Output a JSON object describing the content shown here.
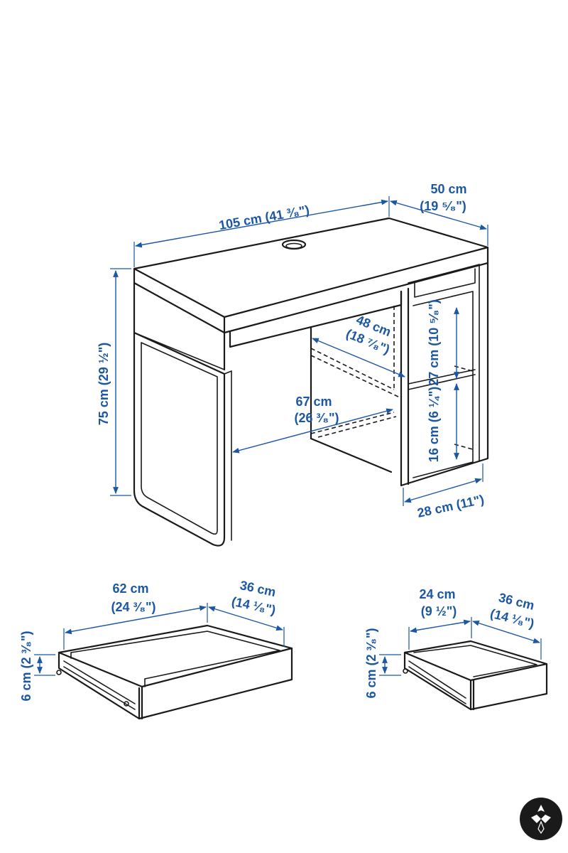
{
  "desk": {
    "width": {
      "metric": "105 cm",
      "imperial": "(41 ³⁄₈\")"
    },
    "depth": {
      "metric": "50 cm",
      "imperial": "(19 ⁵⁄₈\")"
    },
    "height": {
      "label": "75 cm (29 ½\")"
    },
    "inner_depth": {
      "metric": "48 cm",
      "imperial": "(18 ⁷⁄₈\")"
    },
    "leg_space": {
      "metric": "67 cm",
      "imperial": "(26 ³⁄₈\")"
    },
    "upper_compartment": {
      "label": "27 cm (10 ⁵⁄₈\")"
    },
    "lower_compartment": {
      "label": "16 cm (6 ¼\")"
    },
    "cabinet_width": {
      "label": "28 cm (11\")"
    }
  },
  "large_drawer": {
    "width": {
      "metric": "62 cm",
      "imperial": "(24 ³⁄₈\")"
    },
    "depth": {
      "metric": "36 cm",
      "imperial": "(14 ¹⁄₈\")"
    },
    "height": {
      "label": "6 cm (2 ³⁄₈\")"
    }
  },
  "small_drawer": {
    "width": {
      "metric": "24 cm",
      "imperial": "(9 ½\")"
    },
    "depth": {
      "metric": "36 cm",
      "imperial": "(14 ¹⁄₈\")"
    },
    "height": {
      "label": "6 cm (2 ³⁄₈\")"
    }
  },
  "colors": {
    "dimension": "#1b57a3",
    "outline": "#1a1a1a"
  },
  "icons": [
    "watermark-logo"
  ]
}
